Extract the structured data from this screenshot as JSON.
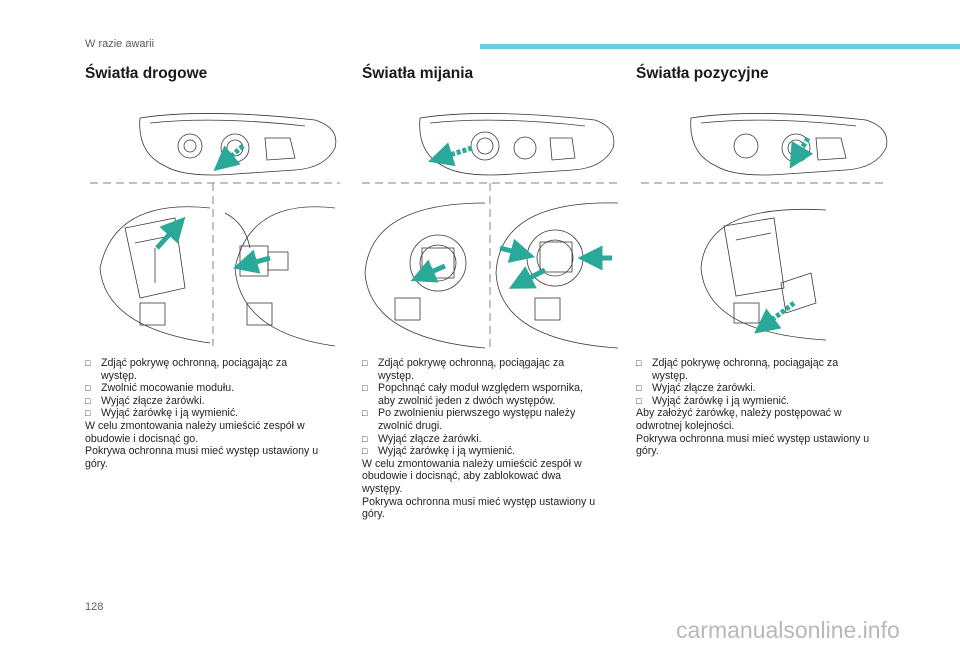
{
  "page": {
    "section_header": "W razie awarii",
    "page_number": "128",
    "watermark": "carmanualsonline.info",
    "accent_color": "#6ccbe2"
  },
  "columns": [
    {
      "title": "Światła drogowe",
      "bullets": [
        "Zdjąć pokrywę ochronną, pociągając za występ.",
        "Zwolnić mocowanie modułu.",
        "Wyjąć złącze żarówki.",
        "Wyjąć żarówkę i ją wymienić."
      ],
      "paragraphs": [
        "W celu zmontowania należy umieścić zespół w obudowie i docisnąć go.",
        "Pokrywa ochronna musi mieć występ ustawiony u góry."
      ]
    },
    {
      "title": "Światła mijania",
      "bullets": [
        "Zdjąć pokrywę ochronną, pociągając za występ.",
        "Popchnąć cały moduł względem wspornika, aby zwolnić jeden z dwóch występów.",
        "Po zwolnieniu pierwszego występu należy zwolnić drugi.",
        "Wyjąć złącze żarówki.",
        "Wyjąć żarówkę i ją wymienić."
      ],
      "paragraphs": [
        "W celu zmontowania należy umieścić zespół w obudowie i docisnąć, aby zablokować dwa występy.",
        "Pokrywa ochronna musi mieć występ ustawiony u góry."
      ]
    },
    {
      "title": "Światła pozycyjne",
      "bullets": [
        "Zdjąć pokrywę ochronną, pociągając za występ.",
        "Wyjąć złącze żarówki.",
        "Wyjąć żarówkę i ją wymienić."
      ],
      "paragraphs": [
        "Aby założyć żarówkę, należy postępować w odwrotnej kolejności.",
        "Pokrywa ochronna musi mieć występ ustawiony u góry."
      ]
    }
  ],
  "icons": {
    "bullet": "checkbox-bullet-icon",
    "arrow": "teal-arrow-icon"
  },
  "colors": {
    "arrow": "#2aa898",
    "line_art": "#3a3a3a",
    "divider": "#9a9a9a"
  }
}
